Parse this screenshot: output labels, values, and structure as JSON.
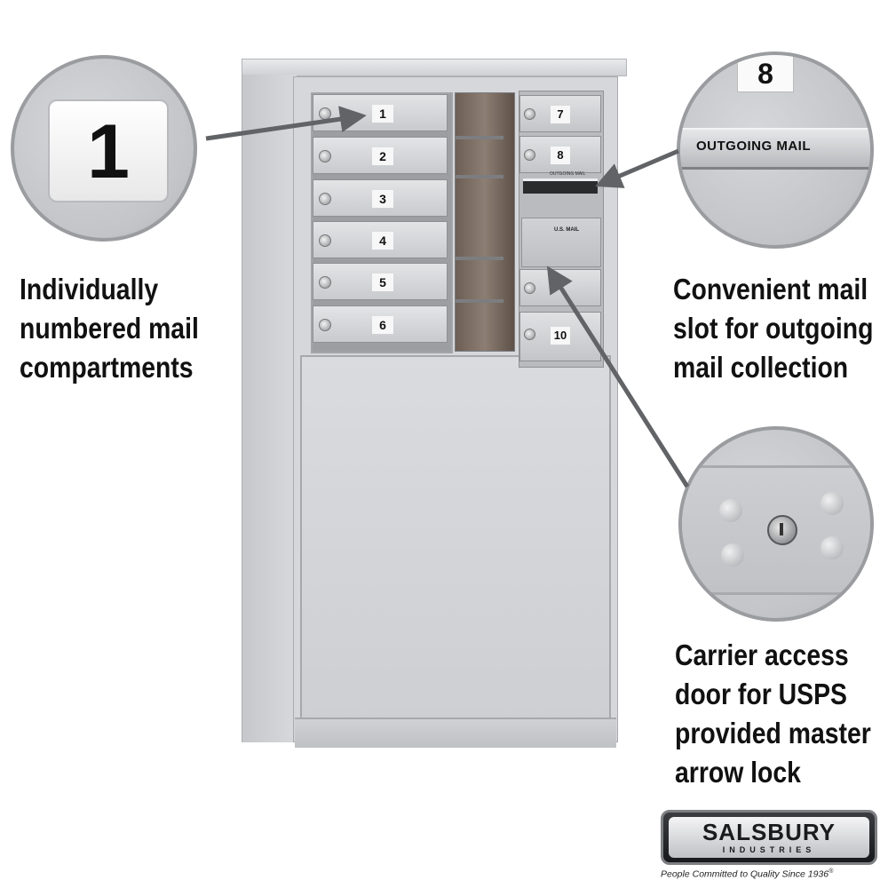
{
  "callouts": {
    "left": [
      "Individually",
      "numbered mail",
      "compartments"
    ],
    "right_top": [
      "Convenient mail",
      "slot for outgoing",
      "mail collection"
    ],
    "right_bottom": [
      "Carrier access",
      "door for USPS",
      "provided master",
      "arrow lock"
    ]
  },
  "zoom_left": {
    "number": "1"
  },
  "zoom_right_top": {
    "number": "8",
    "label": "OUTGOING MAIL"
  },
  "compartments_left": [
    "1",
    "2",
    "3",
    "4",
    "5",
    "6"
  ],
  "compartments_right": [
    "7",
    "8",
    "10"
  ],
  "slot_label": "OUTGOING MAIL",
  "carrier_plate_label": "U.S. MAIL",
  "brand": {
    "name": "SALSBURY",
    "sub": "INDUSTRIES",
    "tagline": "People Committed to Quality Since 1936",
    "reg": "®"
  }
}
